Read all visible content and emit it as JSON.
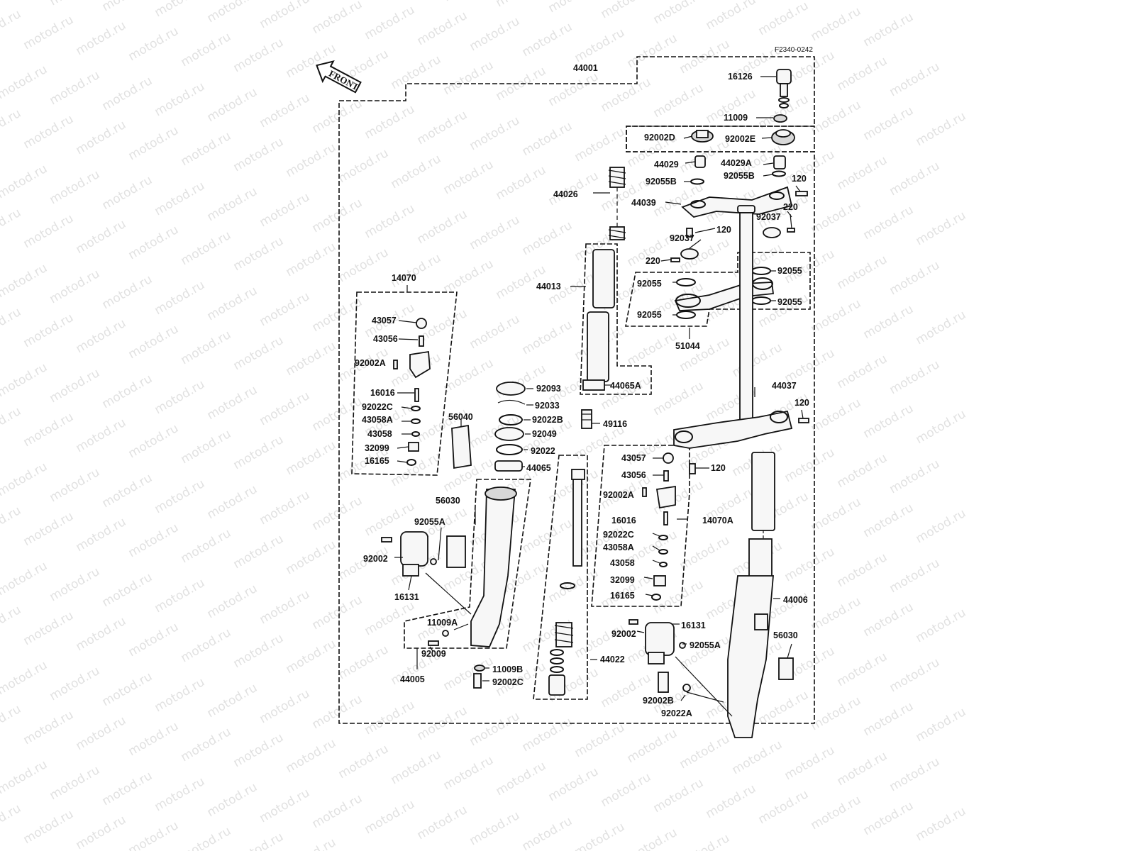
{
  "diagram": {
    "drawing_code": "F2340-0242",
    "front_marker": "FRONT",
    "watermark": "motod.ru",
    "labels": {
      "l44001": "44001",
      "l16126": "16126",
      "l11009": "11009",
      "l92002D": "92002D",
      "l92002E": "92002E",
      "l44029": "44029",
      "l44029A": "44029A",
      "l92055B_a": "92055B",
      "l92055B_b": "92055B",
      "l120_a": "120",
      "l44026": "44026",
      "l44039": "44039",
      "l92037_a": "92037",
      "l220_a": "220",
      "l120_b": "120",
      "l92037_b": "92037",
      "l220_b": "220",
      "l92055_a": "92055",
      "l92055_b": "92055",
      "l92055_c": "92055",
      "l92055_d": "92055",
      "l44013": "44013",
      "l51044": "51044",
      "l14070": "14070",
      "l43057_a": "43057",
      "l43056_a": "43056",
      "l92002A_a": "92002A",
      "l16016_a": "16016",
      "l92022C_a": "92022C",
      "l43058A_a": "43058A",
      "l43058_a": "43058",
      "l32099_a": "32099",
      "l16165_a": "16165",
      "l56040": "56040",
      "l44065A": "44065A",
      "l92093": "92093",
      "l92033": "92033",
      "l92022B": "92022B",
      "l49116": "49116",
      "l92049": "92049",
      "l92022": "92022",
      "l44065": "44065",
      "l44037": "44037",
      "l120_c": "120",
      "l120_d": "120",
      "l56030_a": "56030",
      "l92055A_a": "92055A",
      "l92002_a": "92002",
      "l16131_a": "16131",
      "l11009A": "11009A",
      "l92009": "92009",
      "l44005": "44005",
      "l11009B": "11009B",
      "l92002C": "92002C",
      "l43057_b": "43057",
      "l43056_b": "43056",
      "l92002A_b": "92002A",
      "l16016_b": "16016",
      "l14070A": "14070A",
      "l92022C_b": "92022C",
      "l43058A_b": "43058A",
      "l43058_b": "43058",
      "l32099_b": "32099",
      "l16165_b": "16165",
      "l44006": "44006",
      "l16131_b": "16131",
      "l92002_b": "92002",
      "l92055A_b": "92055A",
      "l56030_b": "56030",
      "l44022": "44022",
      "l92002B": "92002B",
      "l92022A": "92022A"
    }
  }
}
